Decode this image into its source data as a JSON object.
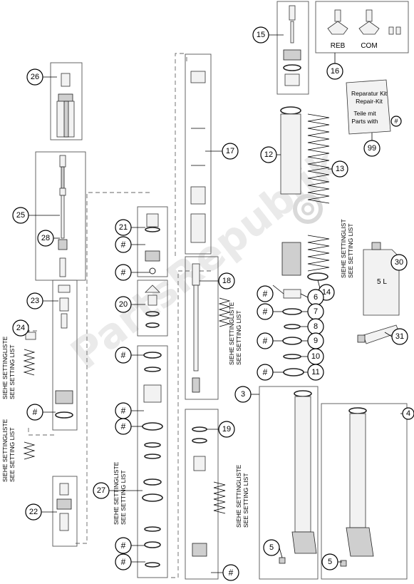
{
  "callouts": [
    {
      "id": "c26",
      "text": "26"
    },
    {
      "id": "c25",
      "text": "25"
    },
    {
      "id": "c28",
      "text": "28"
    },
    {
      "id": "c23",
      "text": "23"
    },
    {
      "id": "c24",
      "text": "24"
    },
    {
      "id": "c22",
      "text": "22"
    },
    {
      "id": "c21",
      "text": "21"
    },
    {
      "id": "c20",
      "text": "20"
    },
    {
      "id": "c27",
      "text": "27"
    },
    {
      "id": "c17",
      "text": "17"
    },
    {
      "id": "c18",
      "text": "18"
    },
    {
      "id": "c19",
      "text": "19"
    },
    {
      "id": "c15",
      "text": "15"
    },
    {
      "id": "c16",
      "text": "16"
    },
    {
      "id": "c99",
      "text": "99"
    },
    {
      "id": "c12",
      "text": "12"
    },
    {
      "id": "c13",
      "text": "13"
    },
    {
      "id": "c14",
      "text": "14"
    },
    {
      "id": "c30",
      "text": "30"
    },
    {
      "id": "c6",
      "text": "6"
    },
    {
      "id": "c7",
      "text": "7"
    },
    {
      "id": "c8",
      "text": "8"
    },
    {
      "id": "c9",
      "text": "9"
    },
    {
      "id": "c10",
      "text": "10"
    },
    {
      "id": "c11",
      "text": "11"
    },
    {
      "id": "c31",
      "text": "31"
    },
    {
      "id": "c3",
      "text": "3"
    },
    {
      "id": "c4",
      "text": "4"
    },
    {
      "id": "c5a",
      "text": "5"
    },
    {
      "id": "c5b",
      "text": "5"
    }
  ],
  "hash_symbol": "#",
  "labels": {
    "reb": "REB",
    "com": "COM",
    "setting_de": "SIEHE SETTINGLISTE",
    "setting_en": "SEE SETTING LIST",
    "setting_list_de": "SIEHE SETTINGLIST",
    "kit_line1": "Reparatur Kit",
    "kit_line2": "Repair-Kit",
    "kit_line3": "Teile mit",
    "kit_line4": "Parts with",
    "oil_can": "5 L",
    "watermark": "PartsRepublik"
  }
}
